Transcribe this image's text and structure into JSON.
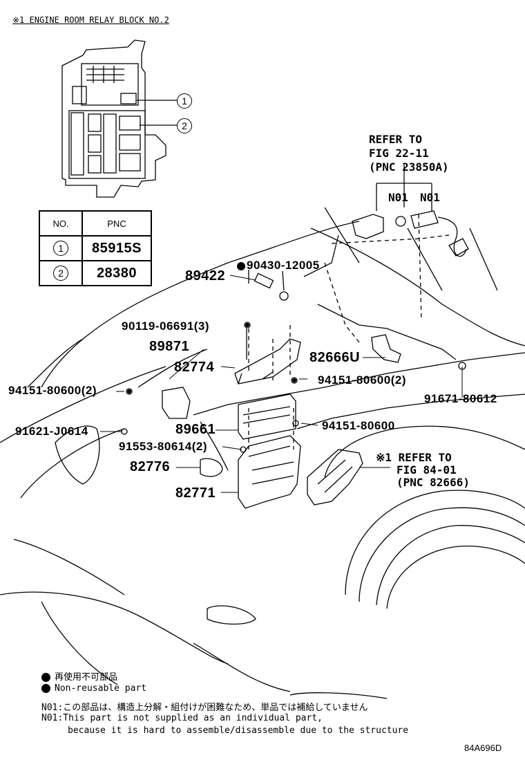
{
  "header": {
    "title": "※1 ENGINE ROOM RELAY BLOCK NO.2"
  },
  "relay_callouts": [
    "1",
    "2"
  ],
  "pnc_table": {
    "headers": [
      "NO.",
      "PNC"
    ],
    "rows": [
      {
        "no": "1",
        "pnc": "85915S"
      },
      {
        "no": "2",
        "pnc": "28380"
      }
    ]
  },
  "refer_top": {
    "line1": "REFER TO",
    "line2": "FIG 22-11",
    "line3": "(PNC 23850A)"
  },
  "refer_right": {
    "line1": "※1 REFER TO",
    "line2": "FIG 84-01",
    "line3": "(PNC 82666)"
  },
  "n01_labels": [
    "N01",
    "N01"
  ],
  "part_labels": {
    "p90430": "90430-12005",
    "p89422": "89422",
    "p90119": "90119-06691(3)",
    "p89871": "89871",
    "p82774": "82774",
    "p82666u": "82666U",
    "p94151_2a": "94151-80600(2)",
    "p94151_2b": "94151-80600(2)",
    "p91671": "91671-80612",
    "p91621": "91621-J0614",
    "p89661": "89661",
    "p94151": "94151-80600",
    "p91553": "91553-80614(2)",
    "p82776": "82776",
    "p82771": "82771"
  },
  "legend": {
    "jp_nonreusable": "再使用不可部品",
    "en_nonreusable": "Non-reusable part",
    "n01_jp": "N01:この部品は、構造上分解・組付けが困難なため、単品では補給していません",
    "n01_en1": "N01:This part is not supplied as an individual part,",
    "n01_en2": "because it is hard to assemble/disassemble due to the structure"
  },
  "figure_code": "84A696D"
}
